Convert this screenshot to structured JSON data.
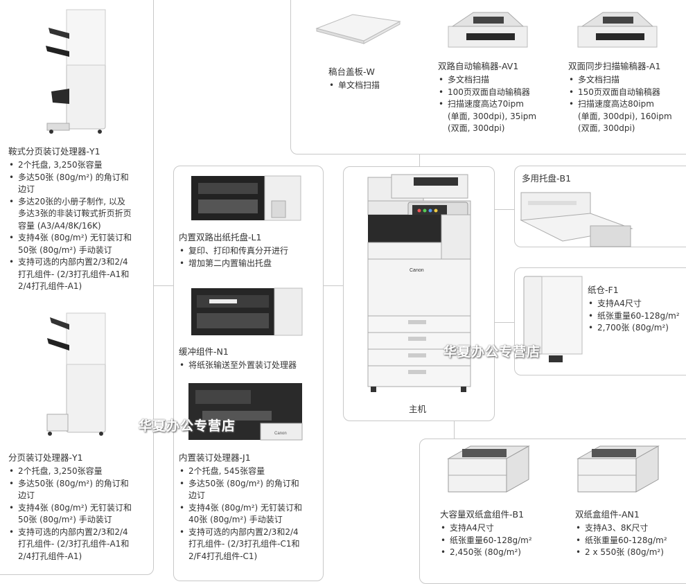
{
  "modules": {
    "saddle_finisher": {
      "title": "鞍式分页装订处理器-Y1",
      "features": [
        "2个托盘, 3,250张容量",
        "多达50张 (80g/m²) 的角订和\n边订",
        "多达20张的小册子制作, 以及\n多达3张的非装订鞍式折页折页\n容量 (A3/A4/8K/16K)",
        "支持4张 (80g/m²) 无钉装订和\n50张 (80g/m²) 手动装订",
        "支持可选的内部内置2/3和2/4\n打孔组件- (2/3打孔组件-A1和\n2/4打孔组件-A1)"
      ]
    },
    "staple_finisher": {
      "title": "分页装订处理器-Y1",
      "features": [
        "2个托盘, 3,250张容量",
        "多达50张 (80g/m²) 的角订和\n边订",
        "支持4张 (80g/m²) 无钉装订和\n50张 (80g/m²) 手动装订",
        "支持可选的内部内置2/3和2/4\n打孔组件- (2/3打孔组件-A1和\n2/4打孔组件-A1)"
      ]
    },
    "inner_tray": {
      "title": "内置双路出纸托盘-L1",
      "features": [
        "复印、打印和传真分开进行",
        "增加第二内置输出托盘"
      ]
    },
    "buffer": {
      "title": "缓冲组件-N1",
      "features": [
        "将纸张输送至外置装订处理器"
      ]
    },
    "inner_finisher": {
      "title": "内置装订处理器-J1",
      "features": [
        "2个托盘, 545张容量",
        "多达50张 (80g/m²) 的角订和\n边订",
        "支持4张 (80g/m²) 无钉装订和\n40张 (80g/m²) 手动装订",
        "支持可选的内部内置2/3和2/4\n打孔组件- (2/3打孔组件-C1和\n2/F4打孔组件-C1)"
      ]
    },
    "platen_cover": {
      "title": "稿台盖板-W",
      "features": [
        "单文档扫描"
      ]
    },
    "adf_av1": {
      "title": "双路自动输稿器-AV1",
      "features": [
        "多文档扫描",
        "100页双面自动输稿器",
        "扫描速度高达70ipm\n(单面, 300dpi), 35ipm\n(双面, 300dpi)"
      ]
    },
    "adf_a1": {
      "title": "双面同步扫描输稿器-A1",
      "features": [
        "多文档扫描",
        "150页双面自动输稿器",
        "扫描速度高达80ipm\n(单面, 300dpi), 160ipm\n(双面, 300dpi)"
      ]
    },
    "main_unit": {
      "title": "主机",
      "brand": "Canon"
    },
    "bypass_tray": {
      "title": "多用托盘-B1"
    },
    "paper_deck": {
      "title": "纸仓-F1",
      "features": [
        "支持A4尺寸",
        "纸张重量60-128g/m²",
        "2,700张 (80g/m²)"
      ]
    },
    "cassette_b1": {
      "title": "大容量双纸盒组件-B1",
      "features": [
        "支持A4尺寸",
        "纸张重量60-128g/m²",
        "2,450张 (80g/m²)"
      ]
    },
    "cassette_an1": {
      "title": "双纸盒组件-AN1",
      "features": [
        "支持A3、8K尺寸",
        "纸张重量60-128g/m²",
        "2 x 550张 (80g/m²)"
      ]
    }
  },
  "watermark": "华夏办公专营店",
  "colors": {
    "border": "#c8c8c8",
    "text": "#333333",
    "screen": "#333333"
  }
}
